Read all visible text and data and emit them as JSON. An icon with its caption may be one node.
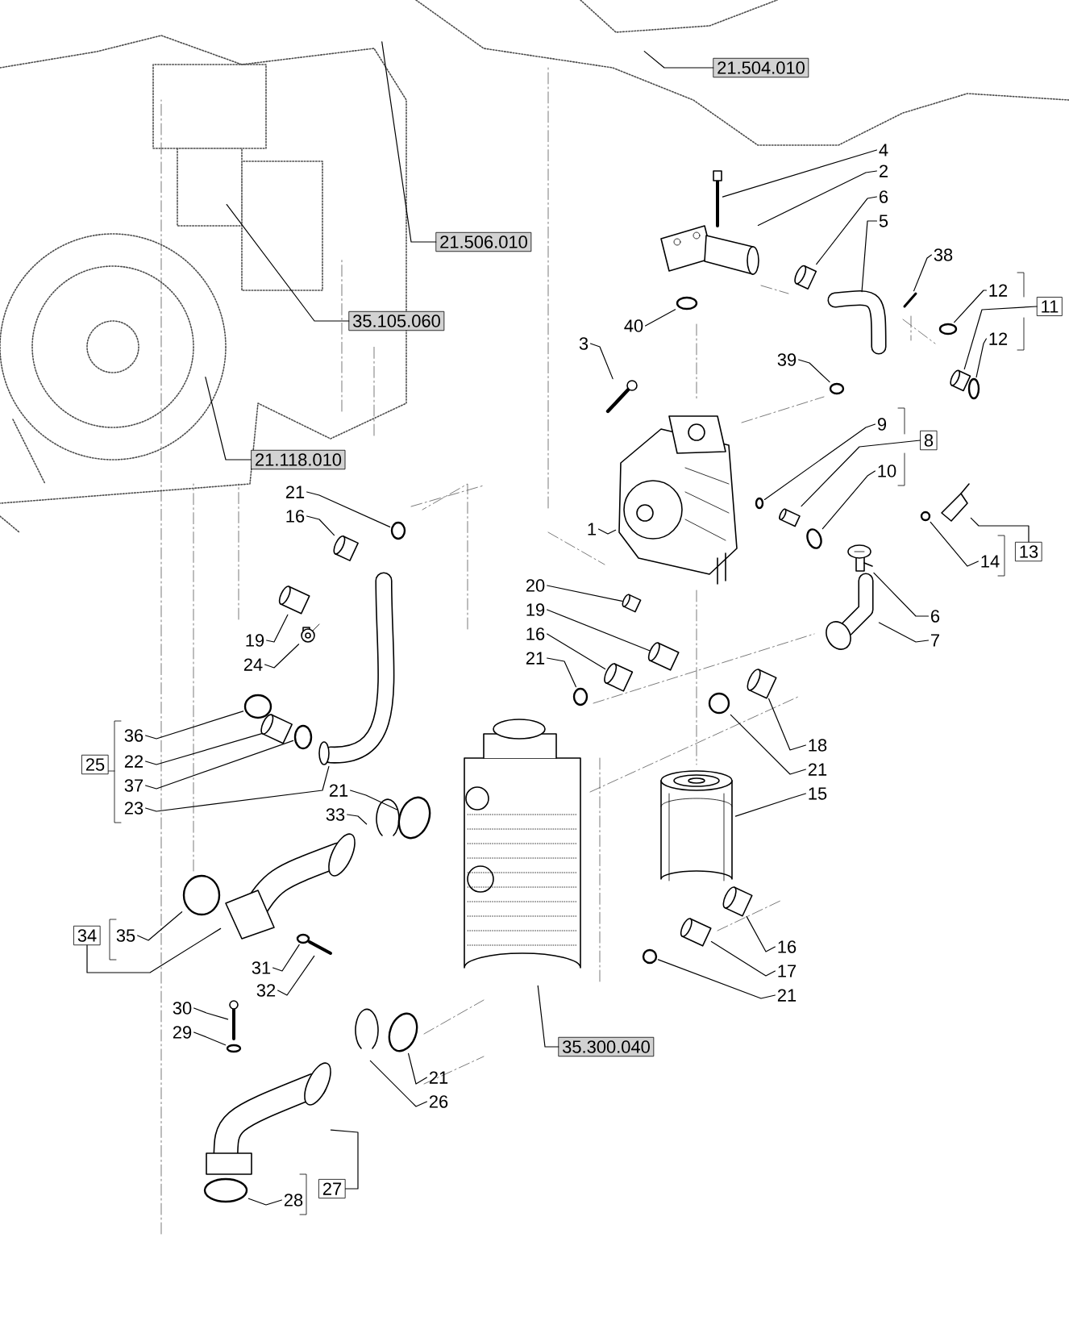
{
  "diagram": {
    "nodes": [
      {
        "text": [
          "21.504.010"
        ]
      },
      {
        "text": [
          "4"
        ]
      },
      {
        "text": [
          "2"
        ]
      },
      {
        "text": [
          "6"
        ]
      },
      {
        "text": [
          "5"
        ]
      },
      {
        "text": [
          "21.506.010"
        ]
      },
      {
        "text": [
          "38"
        ]
      },
      {
        "text": [
          "12"
        ]
      },
      {
        "text": [
          "11"
        ]
      },
      {
        "text": [
          "35.105.060"
        ]
      },
      {
        "text": [
          "40"
        ]
      },
      {
        "text": [
          "12"
        ]
      },
      {
        "text": [
          "3"
        ]
      },
      {
        "text": [
          "39"
        ]
      },
      {
        "text": [
          "9"
        ]
      },
      {
        "text": [
          "8"
        ]
      },
      {
        "text": [
          "21.118.010"
        ]
      },
      {
        "text": [
          "10"
        ]
      },
      {
        "text": [
          "21"
        ]
      },
      {
        "text": [
          "16"
        ]
      },
      {
        "text": [
          "1"
        ]
      },
      {
        "text": [
          "13"
        ]
      },
      {
        "text": [
          "14"
        ]
      },
      {
        "text": [
          "20"
        ]
      },
      {
        "text": [
          "6"
        ]
      },
      {
        "text": [
          "19"
        ]
      },
      {
        "text": [
          "16"
        ]
      },
      {
        "text": [
          "19"
        ]
      },
      {
        "text": [
          "7"
        ]
      },
      {
        "text": [
          "21"
        ]
      },
      {
        "text": [
          "24"
        ]
      },
      {
        "text": [
          "36"
        ]
      },
      {
        "text": [
          "18"
        ]
      },
      {
        "text": [
          "22"
        ]
      },
      {
        "text": [
          "25"
        ]
      },
      {
        "text": [
          "21"
        ]
      },
      {
        "text": [
          "37"
        ]
      },
      {
        "text": [
          "21"
        ]
      },
      {
        "text": [
          "15"
        ]
      },
      {
        "text": [
          "23"
        ]
      },
      {
        "text": [
          "33"
        ]
      },
      {
        "text": [
          "34"
        ]
      },
      {
        "text": [
          "35"
        ]
      },
      {
        "text": [
          "16"
        ]
      },
      {
        "text": [
          "31"
        ]
      },
      {
        "text": [
          "17"
        ]
      },
      {
        "text": [
          "32"
        ]
      },
      {
        "text": [
          "21"
        ]
      },
      {
        "text": [
          "30"
        ]
      },
      {
        "text": [
          "29"
        ]
      },
      {
        "text": [
          "35.300.040"
        ]
      },
      {
        "text": [
          "21"
        ]
      },
      {
        "text": [
          "26"
        ]
      },
      {
        "text": [
          "27"
        ]
      },
      {
        "text": [
          "28"
        ]
      },
      {
        "text": [],
        "shape": "picture"
      },
      {
        "text": [],
        "shape": "picture"
      },
      {
        "text": [],
        "shape": "picture"
      },
      {
        "text": [],
        "shape": "picture"
      },
      {
        "text": [],
        "shape": "picture"
      },
      {
        "text": [],
        "shape": "circle"
      },
      {
        "text": [],
        "shape": "picture"
      },
      {
        "text": [],
        "shape": "circle"
      },
      {
        "text": [],
        "shape": "circle"
      },
      {
        "text": [],
        "shape": "picture"
      },
      {
        "text": [],
        "shape": "circle"
      },
      {
        "text": [],
        "shape": "circle"
      },
      {
        "text": [],
        "shape": "picture"
      },
      {
        "text": [],
        "shape": "circle"
      },
      {
        "text": [],
        "shape": "circle"
      },
      {
        "text": [],
        "shape": "picture"
      },
      {
        "text": [],
        "shape": "picture"
      },
      {
        "text": [],
        "shape": "picture"
      },
      {
        "text": [],
        "shape": "circle"
      },
      {
        "text": [],
        "shape": "picture"
      },
      {
        "text": [],
        "shape": "picture"
      },
      {
        "text": [],
        "shape": "picture"
      },
      {
        "text": [],
        "shape": "picture"
      },
      {
        "text": [],
        "shape": "picture"
      },
      {
        "text": [],
        "shape": "picture"
      },
      {
        "text": [],
        "shape": "circle"
      },
      {
        "text": [],
        "shape": "picture"
      },
      {
        "text": [],
        "shape": "circle"
      },
      {
        "text": [],
        "shape": "picture"
      },
      {
        "text": [],
        "shape": "picture"
      },
      {
        "text": [],
        "shape": "circle"
      },
      {
        "text": [],
        "shape": "circle"
      },
      {
        "text": [],
        "shape": "circle"
      },
      {
        "text": [],
        "shape": "picture"
      },
      {
        "text": [],
        "shape": "picture"
      },
      {
        "text": [],
        "shape": "picture"
      },
      {
        "text": [],
        "shape": "picture"
      },
      {
        "text": [],
        "shape": "circle"
      },
      {
        "text": [],
        "shape": "picture"
      },
      {
        "text": [],
        "shape": "circle"
      },
      {
        "text": [],
        "shape": "picture"
      },
      {
        "text": [],
        "shape": "picture"
      },
      {
        "text": [],
        "shape": "circle"
      },
      {
        "text": [],
        "shape": "picture"
      },
      {
        "text": [],
        "shape": "circle"
      },
      {
        "text": [],
        "shape": "picture"
      },
      {
        "text": [],
        "shape": "circle"
      },
      {
        "text": [],
        "shape": "picture"
      },
      {
        "text": [],
        "shape": "picture"
      },
      {
        "text": [],
        "shape": "circle"
      }
    ],
    "edges": [
      {
        "from": 0,
        "to": null,
        "arrow": "none"
      },
      {
        "from": 1,
        "to": 55,
        "arrow": "none"
      },
      {
        "from": 2,
        "to": 56,
        "arrow": "none"
      },
      {
        "from": 3,
        "to": 57,
        "arrow": "none"
      },
      {
        "from": 4,
        "to": 58,
        "arrow": "none"
      },
      {
        "from": 5,
        "to": null,
        "arrow": "none"
      },
      {
        "from": 6,
        "to": 59,
        "arrow": "none"
      },
      {
        "from": 7,
        "to": 60,
        "arrow": "none"
      },
      {
        "from": 8,
        "to": 61,
        "arrow": "none"
      },
      {
        "from": 9,
        "to": null,
        "arrow": "none"
      },
      {
        "from": 10,
        "to": 63,
        "arrow": "none"
      },
      {
        "from": 11,
        "to": 62,
        "arrow": "none"
      },
      {
        "from": 12,
        "to": 64,
        "arrow": "none"
      },
      {
        "from": 13,
        "to": 65,
        "arrow": "none"
      },
      {
        "from": 14,
        "to": 66,
        "arrow": "none"
      },
      {
        "from": 15,
        "to": 67,
        "arrow": "none"
      },
      {
        "from": 16,
        "to": null,
        "arrow": "none"
      },
      {
        "from": 17,
        "to": 68,
        "arrow": "none"
      },
      {
        "from": 18,
        "to": 69,
        "arrow": "none"
      },
      {
        "from": 19,
        "to": 70,
        "arrow": "none"
      },
      {
        "from": 20,
        "to": 71,
        "arrow": "none"
      },
      {
        "from": 21,
        "to": 72,
        "arrow": "none"
      },
      {
        "from": 22,
        "to": 73,
        "arrow": "none"
      },
      {
        "from": 23,
        "to": 74,
        "arrow": "none"
      },
      {
        "from": 24,
        "to": 75,
        "arrow": "none"
      },
      {
        "from": 25,
        "to": 76,
        "arrow": "none"
      },
      {
        "from": 26,
        "to": 77,
        "arrow": "none"
      },
      {
        "from": 27,
        "to": 78,
        "arrow": "none"
      },
      {
        "from": 28,
        "to": 79,
        "arrow": "none"
      },
      {
        "from": 29,
        "to": 80,
        "arrow": "none"
      },
      {
        "from": 30,
        "to": 81,
        "arrow": "none"
      },
      {
        "from": 31,
        "to": 82,
        "arrow": "none"
      },
      {
        "from": 32,
        "to": 83,
        "arrow": "none"
      },
      {
        "from": 33,
        "to": 84,
        "arrow": "none"
      },
      {
        "from": 35,
        "to": 85,
        "arrow": "none"
      },
      {
        "from": 36,
        "to": 86,
        "arrow": "none"
      },
      {
        "from": 37,
        "to": 87,
        "arrow": "none"
      },
      {
        "from": 38,
        "to": 88,
        "arrow": "none"
      },
      {
        "from": 39,
        "to": 89,
        "arrow": "none"
      },
      {
        "from": 40,
        "to": 90,
        "arrow": "none"
      },
      {
        "from": 41,
        "to": 91,
        "arrow": "none"
      },
      {
        "from": 42,
        "to": 92,
        "arrow": "none"
      },
      {
        "from": 43,
        "to": 93,
        "arrow": "none"
      },
      {
        "from": 44,
        "to": 94,
        "arrow": "none"
      },
      {
        "from": 45,
        "to": 96,
        "arrow": "none"
      },
      {
        "from": 46,
        "to": 95,
        "arrow": "none"
      },
      {
        "from": 47,
        "to": 97,
        "arrow": "none"
      },
      {
        "from": 48,
        "to": 98,
        "arrow": "none"
      },
      {
        "from": 49,
        "to": 99,
        "arrow": "none"
      },
      {
        "from": 50,
        "to": 100,
        "arrow": "none"
      },
      {
        "from": 51,
        "to": 101,
        "arrow": "none"
      },
      {
        "from": 52,
        "to": 102,
        "arrow": "none"
      },
      {
        "from": 53,
        "to": 103,
        "arrow": "none"
      },
      {
        "from": 54,
        "to": 104,
        "arrow": "none"
      }
    ]
  }
}
